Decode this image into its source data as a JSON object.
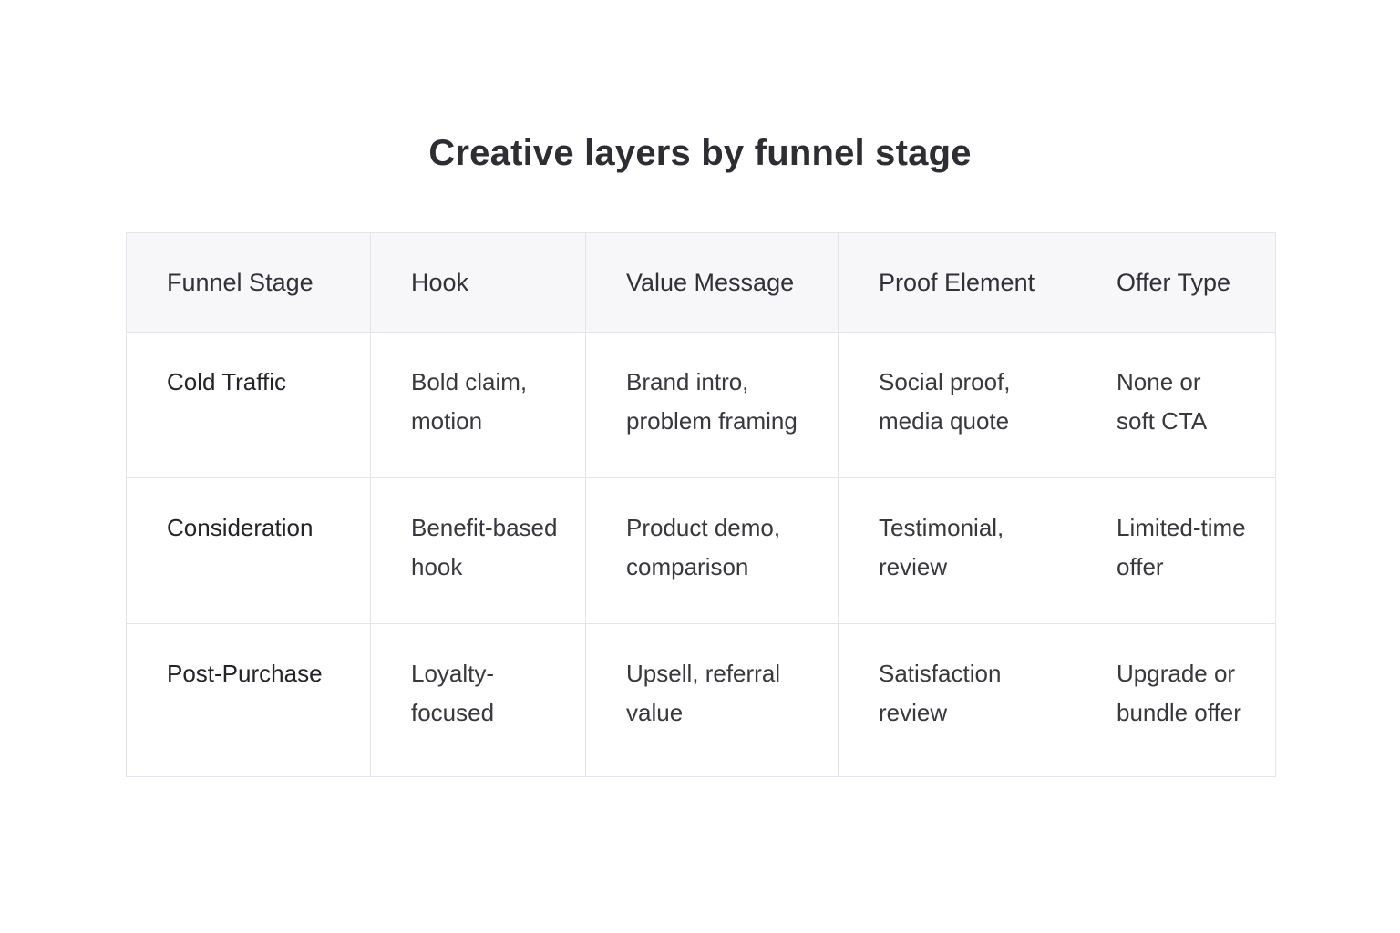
{
  "title": "Creative layers by funnel stage",
  "table": {
    "columns": [
      "Funnel Stage",
      "Hook",
      "Value Message",
      "Proof Element",
      "Offer Type"
    ],
    "rows": [
      [
        "Cold Traffic",
        "Bold claim,\nmotion",
        "Brand intro,\nproblem framing",
        "Social proof,\nmedia quote",
        "None or\nsoft CTA"
      ],
      [
        "Consideration",
        "Benefit-based\nhook",
        "Product demo,\ncomparison",
        "Testimonial,\nreview",
        "Limited-time\noffer"
      ],
      [
        "Post-Purchase",
        "Loyalty-\nfocused",
        "Upsell, referral\nvalue",
        "Satisfaction\nreview",
        "Upgrade or\nbundle offer"
      ]
    ]
  },
  "colors": {
    "title_text": "#2d2d32",
    "header_background": "#f7f7f9",
    "border": "#e4e4ec",
    "body_text": "#38383d"
  }
}
